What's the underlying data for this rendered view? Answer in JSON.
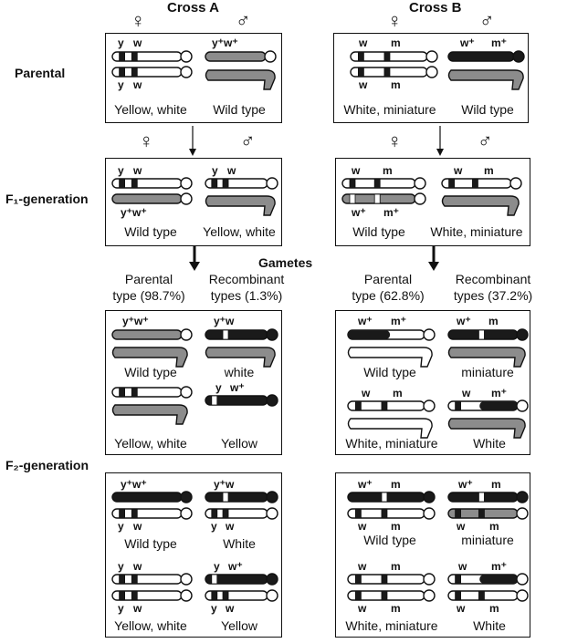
{
  "cross_a": {
    "title": "Cross A"
  },
  "cross_b": {
    "title": "Cross B"
  },
  "symbols": {
    "female": "♀",
    "male": "♂"
  },
  "rows": {
    "parental": "Parental",
    "f1": "F₁-generation",
    "gametes": "Gametes",
    "f2": "F₂-generation"
  },
  "parental_a": {
    "left_caption": "Yellow, white",
    "right_caption": "Wild type"
  },
  "parental_b": {
    "left_caption": "White, miniature",
    "right_caption": "Wild type"
  },
  "f1_a": {
    "left_caption": "Wild type",
    "right_caption": "Yellow, white"
  },
  "f1_b": {
    "left_caption": "Wild type",
    "right_caption": "White, miniature"
  },
  "gametes_a": {
    "parental_header": "Parental\ntype (98.7%)",
    "parental_header_1": "Parental",
    "parental_header_2": "type (98.7%)",
    "recomb_header_1": "Recombinant",
    "recomb_header_2": "types (1.3%)",
    "cap_tl": "Wild type",
    "cap_tr": "white",
    "cap_bl": "Yellow, white",
    "cap_br": "Yellow"
  },
  "gametes_b": {
    "parental_header_1": "Parental",
    "parental_header_2": "type (62.8%)",
    "recomb_header_1": "Recombinant",
    "recomb_header_2": "types (37.2%)",
    "cap_tl": "Wild type",
    "cap_tr": "miniature",
    "cap_bl": "White, miniature",
    "cap_br": "White"
  },
  "f2_a": {
    "cap_tl": "Wild type",
    "cap_tr": "White",
    "cap_bl": "Yellow, white",
    "cap_br": "Yellow"
  },
  "f2_b": {
    "cap_tl": "Wild type",
    "cap_tr": "miniature",
    "cap_bl": "White, miniature",
    "cap_br": "White"
  },
  "genes": {
    "y": "y",
    "w": "w",
    "m": "m",
    "y_plus": "y⁺",
    "w_plus": "w⁺",
    "m_plus": "m⁺",
    "yw_plus": "y⁺w⁺",
    "yplus_w": "y⁺w"
  },
  "colors": {
    "dark": "#1a1a1a",
    "gray": "#8c8c8c",
    "light": "#ffffff"
  }
}
